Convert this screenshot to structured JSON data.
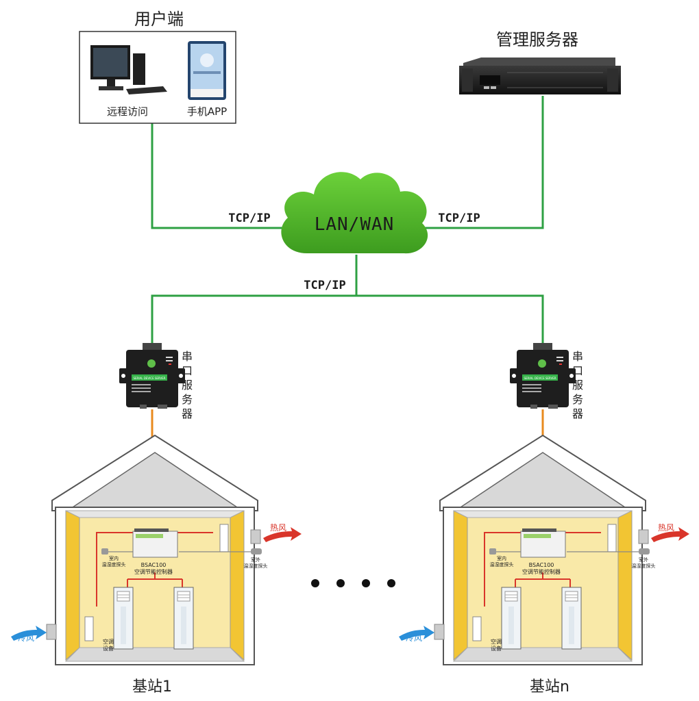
{
  "user_side": {
    "title": "用户端",
    "remote_label": "远程访问",
    "app_label": "手机APP"
  },
  "server": {
    "title": "管理服务器"
  },
  "network": {
    "cloud_label": "LAN/WAN",
    "protocol_left": "TCP/IP",
    "protocol_right": "TCP/IP",
    "protocol_bottom": "TCP/IP"
  },
  "serial_server": {
    "label": "串口服务器",
    "device_text": "SERIAL DEVICE SERVER"
  },
  "station": {
    "controller_model": "BSAC100",
    "controller_name": "空调节能控制器",
    "indoor_probe_l1": "室内",
    "indoor_probe_l2": "温湿度探头",
    "outdoor_probe_l1": "室外",
    "outdoor_probe_l2": "温湿度探头",
    "hot_air": "热风",
    "cold_air": "冷风",
    "ac_l1": "空调",
    "ac_l2": "设备"
  },
  "stations": [
    {
      "name": "基站1"
    },
    {
      "name": "基站n"
    }
  ],
  "colors": {
    "network_line": "#2ea043",
    "serial_line": "#e88a1e",
    "cloud": "#4caf28",
    "wall_yellow": "#f2c533",
    "room_bg": "#f9e9a8",
    "hot_arrow": "#d9352a",
    "cold_arrow": "#2a8fd9"
  }
}
